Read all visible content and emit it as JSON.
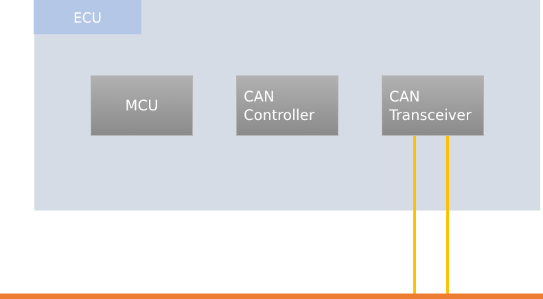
{
  "ecu": {
    "label": "ECU"
  },
  "blocks": {
    "mcu": {
      "label": "MCU"
    },
    "can_controller": {
      "line1": "CAN",
      "line2": "Controller"
    },
    "can_transceiver": {
      "line1": "CAN",
      "line2": "Transceiver"
    }
  },
  "colors": {
    "ecu_panel": "#d5dce6",
    "ecu_tab": "#b4c7e7",
    "block_fill": "#9c9c9c",
    "wire": "#ffc000",
    "bus": "#ed7d31"
  }
}
